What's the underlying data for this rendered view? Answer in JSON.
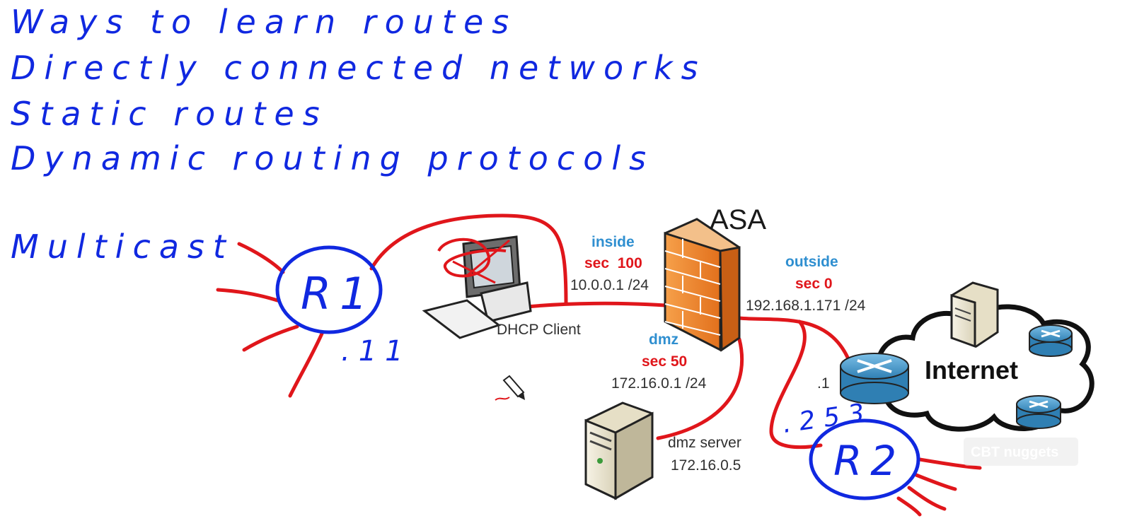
{
  "notes": {
    "heading": "Ways to learn routes",
    "line1": "Directly connected networks",
    "line2": "Static routes",
    "line3": "Dynamic routing protocols",
    "extra": "Multicast"
  },
  "diagram": {
    "asa": "ASA",
    "inside": {
      "name": "inside",
      "sec": "sec  100",
      "ip": "10.0.0.1 /24"
    },
    "outside": {
      "name": "outside",
      "sec": "sec 0",
      "ip": "192.168.1.171 /24"
    },
    "dmz": {
      "name": "dmz",
      "sec": "sec 50",
      "ip": "172.16.0.1 /24"
    },
    "client": "DHCP Client",
    "server_name": "dmz server",
    "server_ip": "172.16.0.5",
    "internet": "Internet",
    "router_addr": ".1"
  },
  "annotations": {
    "r1": "R1",
    "r1_addr": ".11",
    "r2": "R2",
    "r2_addr": ".253"
  },
  "watermark": "CBT nuggets",
  "colors": {
    "ink_blue": "#1028e0",
    "ink_red": "#e0161b",
    "label_blue": "#2f8fd0",
    "firewall_orange": "#f08a2a"
  }
}
